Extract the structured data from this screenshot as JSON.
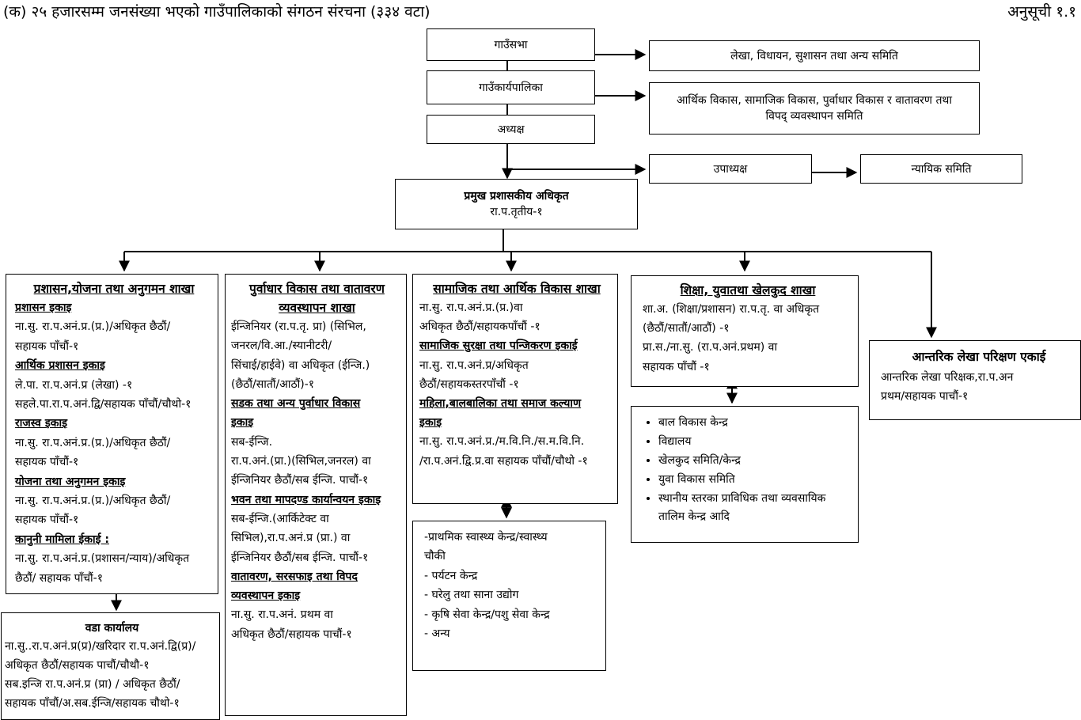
{
  "header": {
    "title": "(क) २५ हजारसम्म जनसंख्या भएको गाउँपालिकाको संगठन संरचना (३३४ वटा)",
    "annex": "अनुसूची १.१"
  },
  "top": {
    "gaunsabha": "गाउँसभा",
    "gaunkaryapalika": "गाउँकार्यपालिका",
    "adhyaksha": "अध्यक्ष",
    "upadhyaksha": "उपाध्यक्ष",
    "nyayik": "न्यायिक समिति",
    "lekha_samiti": "लेखा, विधायन, सुशासन तथा अन्य समिति",
    "aarthik_samiti": [
      "आर्थिक विकास, सामाजिक विकास, पुर्वाधार विकास र वातावरण तथा",
      "विपद् व्यवस्थापन समिति"
    ],
    "cao_title": "प्रमुख प्रशासकीय अधिकृत",
    "cao_sub": "रा.प.तृतीय-१"
  },
  "branch1": {
    "head": "प्रशासन,योजना तथा अनुगमन शाखा",
    "lines": [
      {
        "text": "प्रशासन इकाइ",
        "sub": true
      },
      {
        "text": "ना.सु. रा.प.अनं.प्र.(प्र.)/अधिकृत छैठौं/",
        "sub": false
      },
      {
        "text": "सहायक पाँचौं-१",
        "sub": false
      },
      {
        "text": "आर्थिक प्रशासन इकाइ",
        "sub": true
      },
      {
        "text": "ले.पा. रा.प.अनं.प्र (लेखा) -१",
        "sub": false
      },
      {
        "text": "सहले.पा.रा.प.अनं.द्वि/सहायक पाँचौं/चौथो-१",
        "sub": false
      },
      {
        "text": "राजस्व इकाइ",
        "sub": true
      },
      {
        "text": "ना.सु. रा.प.अनं.प्र.(प्र.)/अधिकृत छैठौं/",
        "sub": false
      },
      {
        "text": "सहायक पाँचौं-१",
        "sub": false
      },
      {
        "text": "योजना तथा अनुगमन इकाइ",
        "sub": true
      },
      {
        "text": "ना.सु. रा.प.अनं.प्र.(प्र.)/अधिकृत छैठौं/",
        "sub": false
      },
      {
        "text": "सहायक पाँचौं-१",
        "sub": false
      },
      {
        "text": "कानुनी मामिला ईकाई :",
        "sub": true
      },
      {
        "text": "ना.सु. रा.प.अनं.प्र.(प्रशासन/न्याय)/अधिकृत",
        "sub": false
      },
      {
        "text": "छैठौं/ सहायक पाँचौं-१",
        "sub": false
      }
    ]
  },
  "ward": {
    "head": "वडा कार्यालय",
    "lines": [
      "ना.सु..रा.प.अनं.प्र(प्र)/खरिदार रा.प.अनं.द्वि(प्र)/",
      "अधिकृत छैठौं/सहायक पाचौं/चौथौ-१",
      "सब.इन्जि रा.प.अनं.प्र (प्रा) / अधिकृत छैठौं/",
      "सहायक पाँचौं/अ.सब.ईन्जि/सहायक चौथो-१"
    ]
  },
  "branch2": {
    "head": [
      "पुर्वाधार विकास तथा वातावरण",
      "व्यवस्थापन शाखा"
    ],
    "lines": [
      {
        "text": "ईन्जिनियर (रा.प.तृ. प्रा) (सिभिल,",
        "sub": false
      },
      {
        "text": "जनरल/वि.आ./स्यानीटरी/",
        "sub": false
      },
      {
        "text": "सिंचाई/हाईवे) वा अधिकृत (ईन्जि.)",
        "sub": false
      },
      {
        "text": "(छैठौं/सातौं/आठौं)-१",
        "sub": false
      },
      {
        "text": "सडक तथा अन्य पुर्वाधार विकास",
        "sub": true
      },
      {
        "text": "इकाइ",
        "sub": true
      },
      {
        "text": "सब-ईन्जि.",
        "sub": false
      },
      {
        "text": "रा.प.अनं.(प्रा.)(सिभिल,जनरल) वा",
        "sub": false
      },
      {
        "text": "ईन्जिनियर छैठौं/सब ईन्जि. पाचौं-१",
        "sub": false
      },
      {
        "text": "भवन तथा मापदण्ड कार्यान्वयन इकाइ",
        "sub": true
      },
      {
        "text": "सब-ईन्जि.(आर्किटेक्ट वा",
        "sub": false
      },
      {
        "text": "सिभिल),रा.प.अनं.प्र (प्रा.) वा",
        "sub": false
      },
      {
        "text": "ईन्जिनियर छैठौं/सब ईन्जि. पाचौं-१",
        "sub": false
      },
      {
        "text": "वातावरण, सरसफाइ तथा विपद",
        "sub": true
      },
      {
        "text": "व्यवस्थापन इकाइ",
        "sub": true
      },
      {
        "text": "ना.सु. रा.प.अनं. प्रथम वा",
        "sub": false
      },
      {
        "text": "अधिकृत छैठौं/सहायक पाचौं-१",
        "sub": false
      }
    ]
  },
  "branch3": {
    "head": "सामाजिक तथा आर्थिक विकास शाखा",
    "lines": [
      {
        "text": "ना.सु. रा.प.अनं.प्र.(प्र.)वा",
        "sub": false
      },
      {
        "text": "अधिकृत छैठौं/सहायकपाँचौं -१",
        "sub": false
      },
      {
        "text": "सामाजिक सुरक्षा तथा पन्जिकरण इकाई",
        "sub": true
      },
      {
        "text": "ना.सु. रा.प.अनं.प्र/अधिकृत",
        "sub": false
      },
      {
        "text": "छैठौं/सहायकस्तरपाँचौं -१",
        "sub": false
      },
      {
        "text": "महिला,बालबालिका तथा समाज कल्याण",
        "sub": true
      },
      {
        "text": "इकाइ",
        "sub": true
      },
      {
        "text": "ना.सु. रा.प.अनं.प्र./म.वि.नि./स.म.वि.नि.",
        "sub": false
      },
      {
        "text": "/रा.प.अनं.द्वि.प्र.वा सहायक पाँचौं/चौथो -१",
        "sub": false
      }
    ]
  },
  "branch3_list": {
    "lines": [
      "-प्राथमिक स्वास्थ्य केन्द्र/स्वास्थ्य",
      "चौकी",
      "- पर्यटन केन्द्र",
      "- घरेलु तथा साना उद्योग",
      "- कृषि सेवा केन्द्र/पशु सेवा केन्द्र",
      "- अन्य"
    ]
  },
  "branch4": {
    "head": "शिक्षा, युवातथा खेलकुद शाखा",
    "lines": [
      "शा.अ. (शिक्षा/प्रशासन) रा.प.तृ. वा अधिकृत",
      "(छैठौं/सातौं/आठौं) -१",
      "प्रा.स./ना.सु. (रा.प.अनं.प्रथम) वा",
      "सहायक पाँचौं -१"
    ]
  },
  "branch4_list": {
    "items": [
      "बाल विकास केन्द्र",
      "विद्यालय",
      "खेलकुद समिति/केन्द्र",
      "युवा विकास समिति",
      "स्थानीय स्तरका प्राविधिक तथा व्यवसायिक"
    ],
    "continuation": "तालिम केन्द्र आदि"
  },
  "audit": {
    "head": "आन्तरिक लेखा परिक्षण एकाई",
    "lines": [
      "आन्तरिक लेखा परिक्षक,रा.प.अन",
      "प्रथम/सहायक पाचौं-१"
    ]
  }
}
